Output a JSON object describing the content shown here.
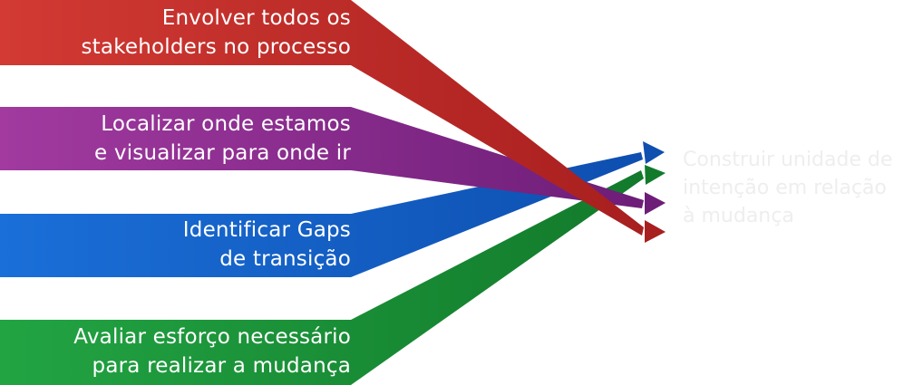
{
  "colors": {
    "red": "#c9302c",
    "purple": "#9b2f9a",
    "blue": "#1565d0",
    "green": "#1c9a3c",
    "label_text": "#ffffff",
    "outcome_text": "#eeeeee"
  },
  "inputs": [
    {
      "line1": "Envolver todos os",
      "line2": "stakeholders no processo",
      "color_key": "red"
    },
    {
      "line1": "Localizar onde estamos",
      "line2": "e visualizar para onde ir",
      "color_key": "purple"
    },
    {
      "line1": "Identificar Gaps",
      "line2": "de transição",
      "color_key": "blue"
    },
    {
      "line1": "Avaliar esforço necessário",
      "line2": "para realizar a mudança",
      "color_key": "green"
    }
  ],
  "outcome": {
    "line1": "Construir unidade de",
    "line2": "intenção em relação",
    "line3": "à mudança"
  }
}
